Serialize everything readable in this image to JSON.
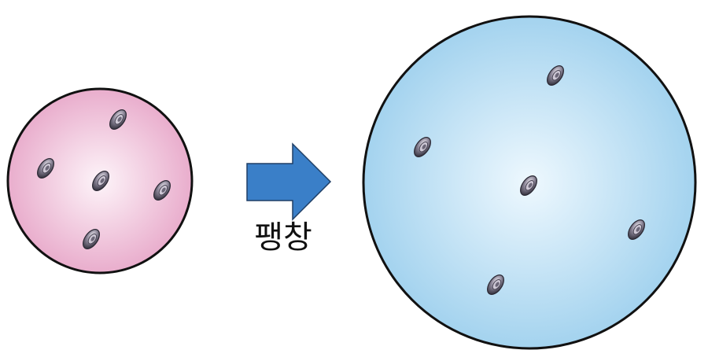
{
  "arrow": {
    "label": "팽창",
    "color": "#3a7fc8"
  },
  "small_sphere": {
    "color_center": "#fbeef5",
    "color_edge": "#e7a6c8",
    "particle_count": 5
  },
  "large_sphere": {
    "color_center": "#eaf6fd",
    "color_edge": "#9ccfed",
    "particle_count": 5
  },
  "particle_icon": "disc-particle-icon"
}
